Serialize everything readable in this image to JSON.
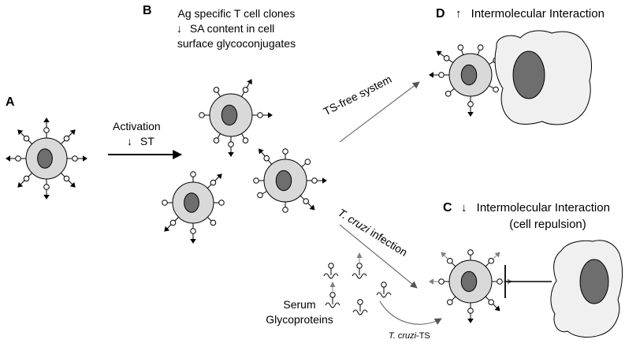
{
  "panels": {
    "A": "A",
    "B": "B",
    "C": "C",
    "D": "D"
  },
  "panel_b": {
    "line1": "Ag specific T cell clones",
    "line2_arrow": "↓",
    "line2": "SA  content in cell",
    "line3": "surface glycoconjugates"
  },
  "activation": {
    "label": "Activation",
    "arrow": "↓",
    "sub": "ST"
  },
  "branch_top": "TS-free system",
  "branch_bottom": {
    "italic": "T. cruzi",
    "rest": " infection"
  },
  "panel_d": {
    "arrow": "↑",
    "label": "Intermolecular Interaction"
  },
  "panel_c": {
    "arrow": "↓",
    "label": "Intermolecular Interaction",
    "sub": "(cell repulsion)"
  },
  "serum": {
    "line1": "Serum",
    "line2": "Glycoproteins"
  },
  "enzyme": {
    "italic": "T. cruzi",
    "rest": "-TS"
  },
  "colors": {
    "cell_fill": "#d9d9d9",
    "nucleus_fill": "#6e6e6e",
    "target_cell_fill": "#f0f0f0",
    "arrow_black": "#000000",
    "arrow_gray": "#808080",
    "line_gray": "#555555"
  },
  "icons": [
    "t-cell-icon",
    "target-cell-icon",
    "sialic-acid-marker-icon",
    "serum-glycoprotein-icon",
    "inhibition-bar-icon"
  ]
}
